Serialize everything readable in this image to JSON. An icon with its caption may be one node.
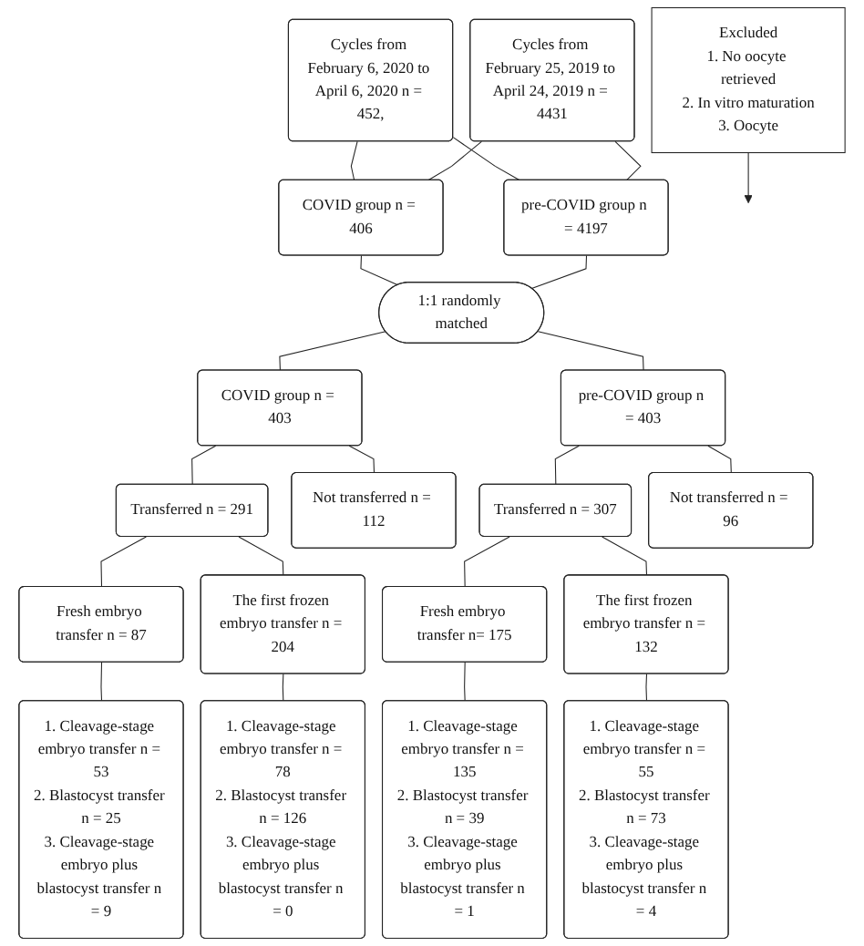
{
  "diagram": {
    "nodes": [
      {
        "text": [
          "Cycles from February 6, 2020 to April 6, 2020 n = 452,"
        ]
      },
      {
        "text": [
          "Cycles from February 25, 2019 to April 24, 2019 n = 4431"
        ]
      },
      {
        "text": [
          "Excluded",
          "1. No oocyte retrieved",
          "2. In vitro maturation",
          "3. Oocyte"
        ]
      },
      {
        "text": [
          "COVID group n = 406"
        ]
      },
      {
        "text": [
          "pre-COVID group n = 4197"
        ]
      },
      {
        "text": [
          "1:1 randomly matched"
        ]
      },
      {
        "text": [
          "COVID group n = 403"
        ]
      },
      {
        "text": [
          "pre-COVID group n = 403"
        ]
      },
      {
        "text": [
          "Transferred n = 291"
        ]
      },
      {
        "text": [
          "Not transferred n = 112"
        ]
      },
      {
        "text": [
          "Transferred n = 307"
        ]
      },
      {
        "text": [
          "Not transferred n = 96"
        ]
      },
      {
        "text": [
          "Fresh embryo transfer n = 87"
        ]
      },
      {
        "text": [
          "The first frozen embryo transfer n = 204"
        ]
      },
      {
        "text": [
          "Fresh embryo transfer n= 175"
        ]
      },
      {
        "text": [
          "The first frozen embryo transfer n = 132"
        ]
      },
      {
        "text": [
          "1. Cleavage-stage embryo transfer n = 53",
          "2. Blastocyst transfer n = 25",
          "3. Cleavage-stage embryo plus blastocyst transfer n = 9"
        ]
      },
      {
        "text": [
          "1. Cleavage-stage embryo transfer n = 78",
          "2. Blastocyst transfer n = 126",
          "3. Cleavage-stage embryo plus blastocyst transfer n = 0"
        ]
      },
      {
        "text": [
          "1. Cleavage-stage embryo transfer n = 135",
          "2. Blastocyst transfer n = 39",
          "3. Cleavage-stage embryo plus blastocyst transfer n = 1"
        ]
      },
      {
        "text": [
          "1. Cleavage-stage embryo transfer n = 55",
          "2. Blastocyst transfer n = 73",
          "3. Cleavage-stage embryo plus blastocyst transfer n = 4"
        ]
      }
    ],
    "edges": [
      {
        "from": 0,
        "to": 3,
        "arrow": "none"
      },
      {
        "from": 0,
        "to": 4,
        "arrow": "none"
      },
      {
        "from": 1,
        "to": 3,
        "arrow": "none"
      },
      {
        "from": 1,
        "to": 4,
        "arrow": "none"
      },
      {
        "from": 2,
        "to": null,
        "arrow": "to"
      },
      {
        "from": 3,
        "to": 5,
        "arrow": "none"
      },
      {
        "from": 4,
        "to": 5,
        "arrow": "none"
      },
      {
        "from": 5,
        "to": 6,
        "arrow": "none"
      },
      {
        "from": 5,
        "to": 7,
        "arrow": "none"
      },
      {
        "from": 6,
        "to": 8,
        "arrow": "none"
      },
      {
        "from": 6,
        "to": 9,
        "arrow": "none"
      },
      {
        "from": 7,
        "to": 10,
        "arrow": "none"
      },
      {
        "from": 7,
        "to": 11,
        "arrow": "none"
      },
      {
        "from": 8,
        "to": 12,
        "arrow": "none"
      },
      {
        "from": 8,
        "to": 13,
        "arrow": "none"
      },
      {
        "from": 10,
        "to": 14,
        "arrow": "none"
      },
      {
        "from": 10,
        "to": 15,
        "arrow": "none"
      },
      {
        "from": 12,
        "to": 16,
        "arrow": "none"
      },
      {
        "from": 13,
        "to": 17,
        "arrow": "none"
      },
      {
        "from": 14,
        "to": 18,
        "arrow": "none"
      },
      {
        "from": 15,
        "to": 19,
        "arrow": "none"
      }
    ]
  }
}
